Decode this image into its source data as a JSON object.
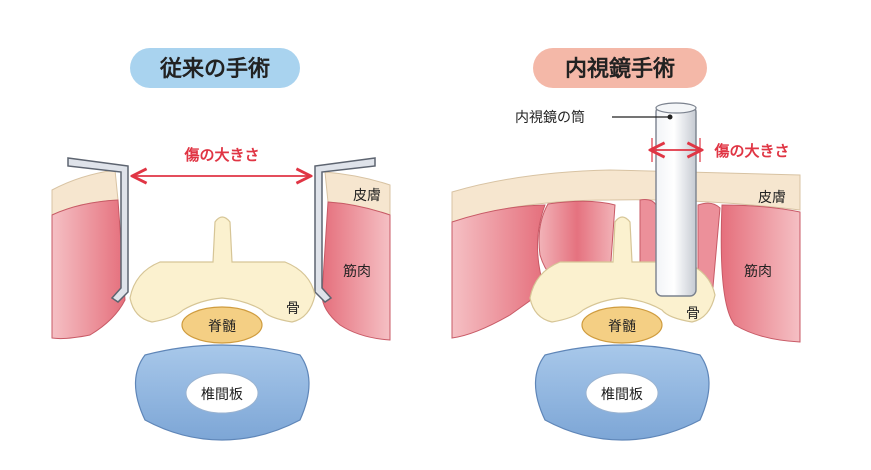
{
  "left_panel": {
    "title": "従来の手術",
    "wound_label": "傷の大きさ",
    "labels": {
      "skin": "皮膚",
      "muscle": "筋肉",
      "bone": "骨",
      "spinal_cord": "脊髄",
      "disc": "椎間板"
    }
  },
  "right_panel": {
    "title": "内視鏡手術",
    "tube_label": "内視鏡の筒",
    "wound_label": "傷の大きさ",
    "labels": {
      "skin": "皮膚",
      "muscle": "筋肉",
      "bone": "骨",
      "spinal_cord": "脊髄",
      "disc": "椎間板"
    }
  },
  "colors": {
    "left_pill": "#a9d3ef",
    "right_pill": "#f4b8a8",
    "skin": "#f6e6cf",
    "muscle": "#e9808d",
    "bone": "#fbf1cf",
    "spinal_cord": "#f4cf84",
    "disc": "#8fb5df",
    "accent_red": "#e03544"
  }
}
